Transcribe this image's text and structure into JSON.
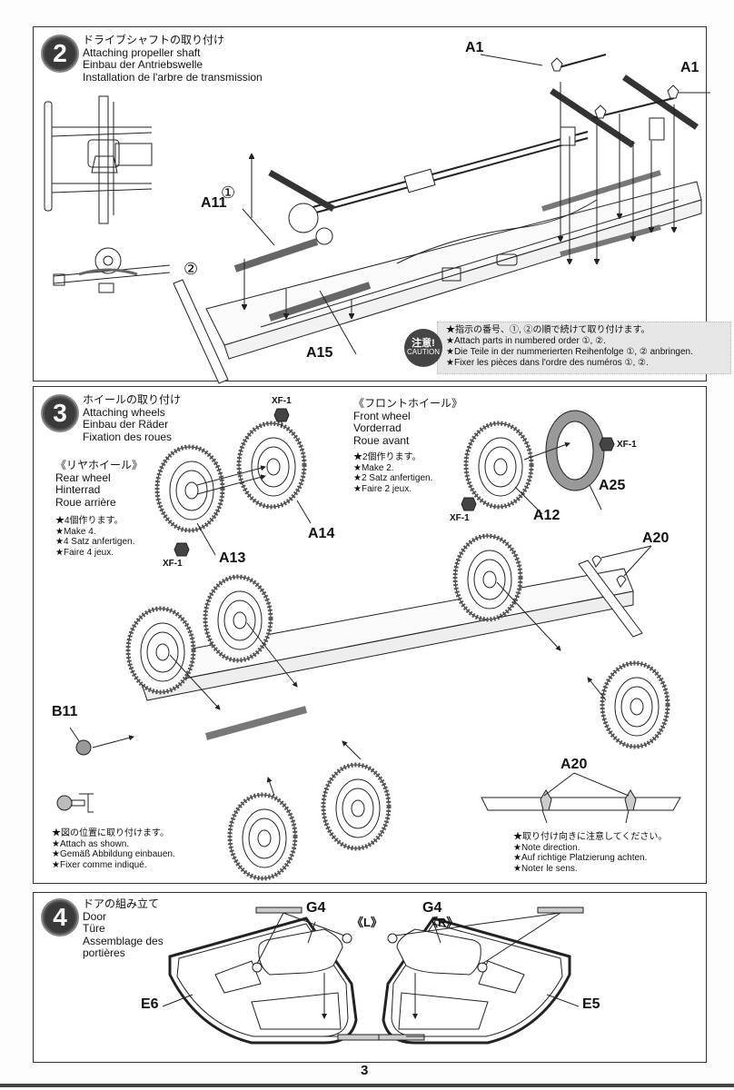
{
  "page_number": "3",
  "step2": {
    "number": "2",
    "title": [
      "ドライブシャフトの取り付け",
      "Attaching propeller shaft",
      "Einbau der Antriebswelle",
      "Installation de l'arbre de transmission"
    ],
    "labels": {
      "a1_left": "A1",
      "a1_right": "A1",
      "a11": "A11",
      "a15": "A15",
      "order1": "①",
      "order2": "②"
    },
    "caution": {
      "badge_jp": "注意!",
      "badge_en": "CAUTION",
      "lines": [
        "★指示の番号、①, ②の順で続けて取り付けます。",
        "★Attach parts in numbered order ①, ②.",
        "★Die Teile in der nummerierten Reihenfolge ①, ② anbringen.",
        "★Fixer les pièces dans l'ordre des numéros ①, ②."
      ]
    }
  },
  "step3": {
    "number": "3",
    "title": [
      "ホイールの取り付け",
      "Attaching wheels",
      "Einbau der Räder",
      "Fixation des roues"
    ],
    "rear_wheel": {
      "heading": [
        "《リヤホイール》",
        "Rear wheel",
        "Hinterrad",
        "Roue arrière"
      ],
      "make": [
        "★4個作ります。",
        "★Make 4.",
        "★4 Satz anfertigen.",
        "★Faire 4 jeux."
      ],
      "labels": {
        "a13": "A13",
        "a14": "A14",
        "xf1_top": "XF-1",
        "xf1_bottom": "XF-1"
      }
    },
    "front_wheel": {
      "heading": [
        "《フロントホイール》",
        "Front wheel",
        "Vorderrad",
        "Roue avant"
      ],
      "make": [
        "★2個作ります。",
        "★Make 2.",
        "★2 Satz anfertigen.",
        "★Faire 2 jeux."
      ],
      "labels": {
        "a12": "A12",
        "a25": "A25",
        "xf1_left": "XF-1",
        "xf1_right": "XF-1"
      }
    },
    "labels": {
      "a20_top": "A20",
      "b11": "B11",
      "a20_detail": "A20"
    },
    "attach_note": [
      "★図の位置に取り付けます。",
      "★Attach as shown.",
      "★Gemäß Abbildung einbauen.",
      "★Fixer comme indiqué."
    ],
    "direction_note": [
      "★取り付け向きに注意してください。",
      "★Note direction.",
      "★Auf richtige Platzierung achten.",
      "★Noter le sens."
    ]
  },
  "step4": {
    "number": "4",
    "title": [
      "ドアの組み立て",
      "Door",
      "Türe",
      "Assemblage des",
      "portières"
    ],
    "labels": {
      "left": "《L》",
      "right": "《R》",
      "g4_left": "G4",
      "g4_right": "G4",
      "e6": "E6",
      "e5": "E5"
    }
  }
}
